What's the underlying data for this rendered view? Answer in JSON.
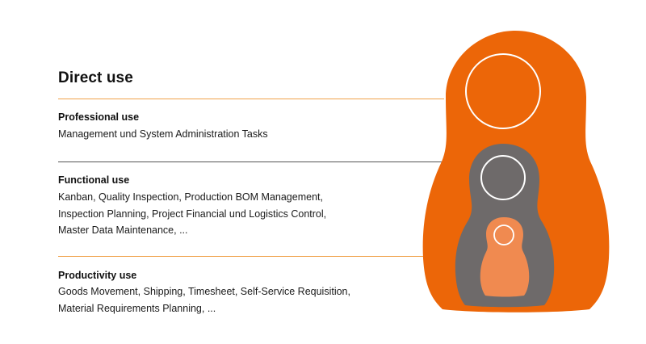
{
  "heading": "Direct use",
  "sections": [
    {
      "title": "Professional use",
      "lines": [
        "Management und System Administration Tasks"
      ]
    },
    {
      "title": "Functional use",
      "lines": [
        "Kanban, Quality Inspection, Production BOM Management,",
        "Inspection Planning, Project Financial und Logistics Control,",
        "Master Data Maintenance, ..."
      ]
    },
    {
      "title": "Productivity use",
      "lines": [
        "Goods Movement, Shipping, Timesheet, Self-Service Requisition,",
        "Material Requirements Planning, ..."
      ]
    }
  ],
  "colors": {
    "outer_doll": "#ec6608",
    "middle_doll": "#6e6a6a",
    "inner_doll": "#f08a50",
    "face_ring": "#ffffff",
    "connector_orange": "#f0a050",
    "connector_gray": "#666666"
  }
}
